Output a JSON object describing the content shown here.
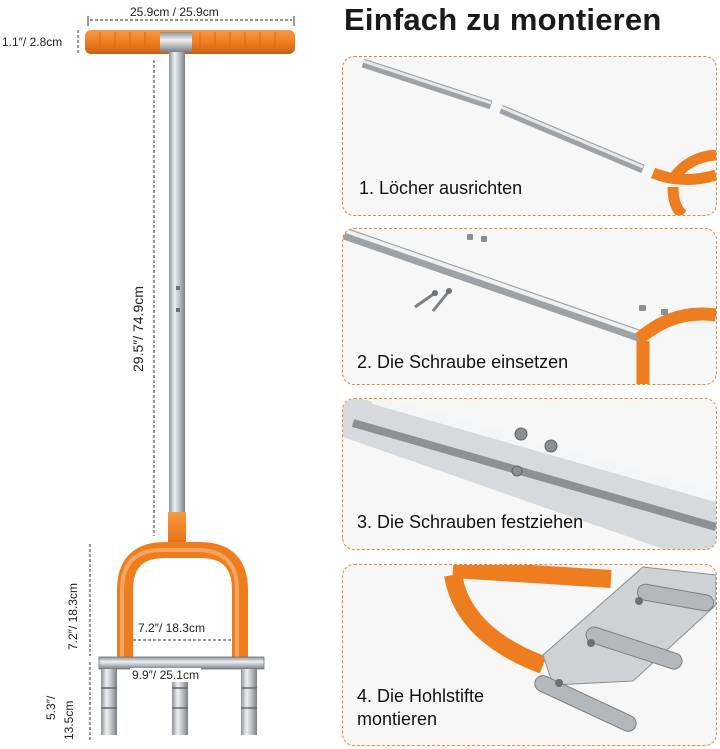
{
  "title": "Einfach zu montieren",
  "dimensions": {
    "handle_width": "25.9cm / 25.9cm",
    "grip_diameter": "1.1″/ 2.8cm",
    "shaft_length": "29.5″/ 74.9cm",
    "frame_height": "7.2″/ 18.3cm",
    "inner_width": "7.2″/ 18.3cm",
    "base_width": "9.9″/ 25.1cm",
    "tine_length_in": "5.3″/",
    "tine_length_cm": "13.5cm"
  },
  "steps": [
    {
      "label": "1. Löcher ausrichten"
    },
    {
      "label": "2. Die Schraube einsetzen"
    },
    {
      "label": "3. Die Schrauben festziehen"
    },
    {
      "label": "4. Die Hohlstifte montieren"
    }
  ],
  "colors": {
    "accent": "#ee7d1f",
    "steel": "#b9bcc0",
    "dashed_border": "#e08a3c"
  },
  "icons": [
    "aerator-tool",
    "bolt",
    "nut"
  ]
}
